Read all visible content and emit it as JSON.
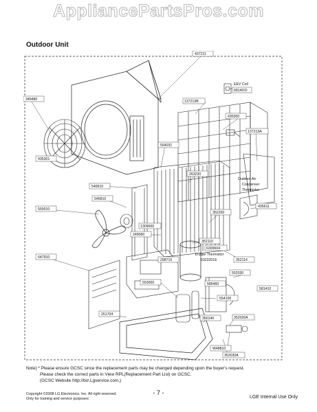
{
  "watermark": "AppliancePartsPros.com",
  "section_title": "Outdoor Unit",
  "callouts": [
    {
      "id": "c437211",
      "text": "437211"
    },
    {
      "id": "c349480",
      "text": "349480"
    },
    {
      "id": "c435301",
      "text": "435301"
    },
    {
      "id": "c137213b",
      "text": "137213B"
    },
    {
      "id": "c435300",
      "text": "435300"
    },
    {
      "id": "c137213a",
      "text": "137213A"
    },
    {
      "id": "c554031",
      "text": "554031"
    },
    {
      "id": "c263230",
      "text": "263230"
    },
    {
      "id": "c6814oo",
      "text": "6814OO"
    },
    {
      "id": "c549610",
      "text": "549610"
    },
    {
      "id": "c546810",
      "text": "546810"
    },
    {
      "id": "c559010",
      "text": "559010"
    },
    {
      "id": "c435611",
      "text": "435611"
    },
    {
      "id": "c352200",
      "text": "352200"
    },
    {
      "id": "c1309600",
      "text": "1309600"
    },
    {
      "id": "c249060",
      "text": "249060"
    },
    {
      "id": "c352110",
      "text": "352110"
    },
    {
      "id": "c6309604",
      "text": "6309604"
    },
    {
      "id": "c647910",
      "text": "647910"
    },
    {
      "id": "c298715",
      "text": "298715"
    },
    {
      "id": "c352114",
      "text": "352114"
    },
    {
      "id": "c552030",
      "text": "552030"
    },
    {
      "id": "c585460",
      "text": "585460"
    },
    {
      "id": "c554100",
      "text": "554100"
    },
    {
      "id": "c581410",
      "text": "581410"
    },
    {
      "id": "c553000",
      "text": "553000"
    },
    {
      "id": "c261704",
      "text": "261704"
    },
    {
      "id": "c350140",
      "text": "350140"
    },
    {
      "id": "c352020",
      "text": "352020A"
    },
    {
      "id": "c448810",
      "text": "W48810"
    },
    {
      "id": "c352030",
      "text": "352030A"
    }
  ],
  "part_labels": {
    "eev_coil": "EEV Coil",
    "outdoor_air_thermistor": [
      "Outdoor Air",
      "Condenser",
      "Thermistor"
    ],
    "dpipe_thermistor": "D-pipe Thermistor",
    "dpipe_part": "6323201E"
  },
  "note": {
    "line1": "Note) * Please ensure GCSC since the replacement parts may be changed depending upon the buyer's request.",
    "line2": "Please check  the correct parts in View RPL(Replacement Part List) on GCSC.",
    "line3": "(GCSC Website  http://biz.Lgservice.com,)"
  },
  "footer": {
    "copyright": "Copyright ©2008 LG Electronics. Inc. All right reserved.",
    "training": "Only for training and service purposes",
    "page": "- 7 -",
    "internal": "LGE Internal Use Only"
  }
}
